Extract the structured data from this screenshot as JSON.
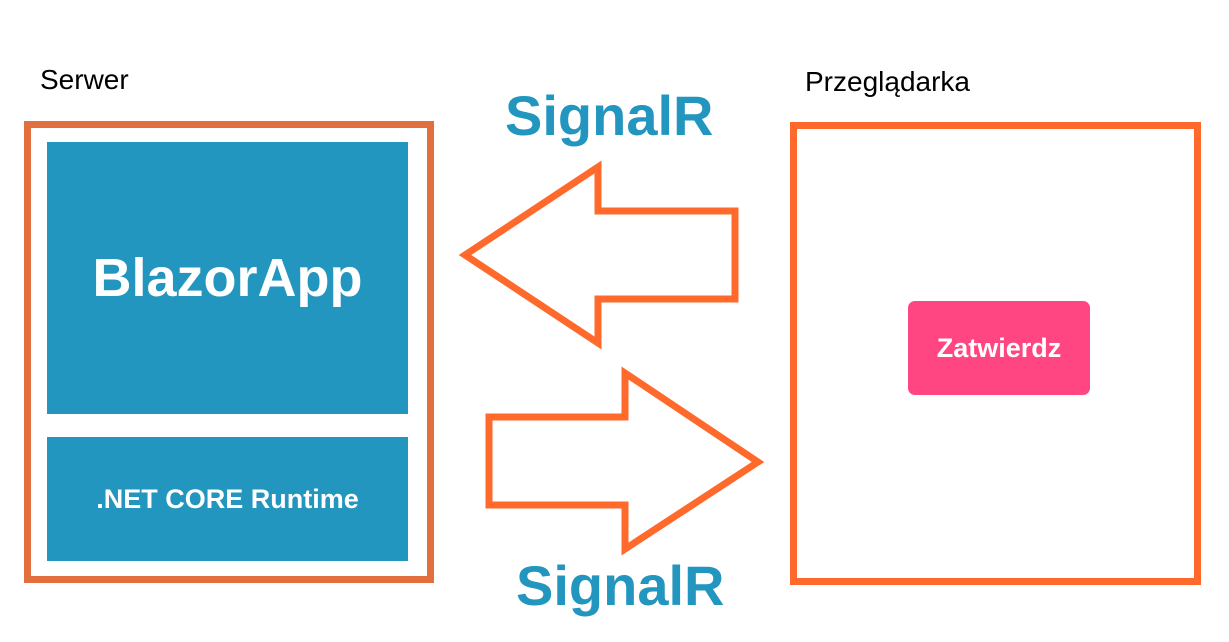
{
  "server": {
    "label": "Serwer",
    "app_block": "BlazorApp",
    "runtime_block": ".NET CORE Runtime"
  },
  "browser": {
    "label": "Przeglądarka",
    "button": "Zatwierdz"
  },
  "connections": {
    "top_label": "SignalR",
    "bottom_label": "SignalR"
  },
  "colors": {
    "block": "#2296BE",
    "frame_server": "#E2703F",
    "frame_browser": "#FF6A2C",
    "arrow": "#FF6A2C",
    "button": "#FF4582",
    "signal_text": "#2296BE"
  }
}
